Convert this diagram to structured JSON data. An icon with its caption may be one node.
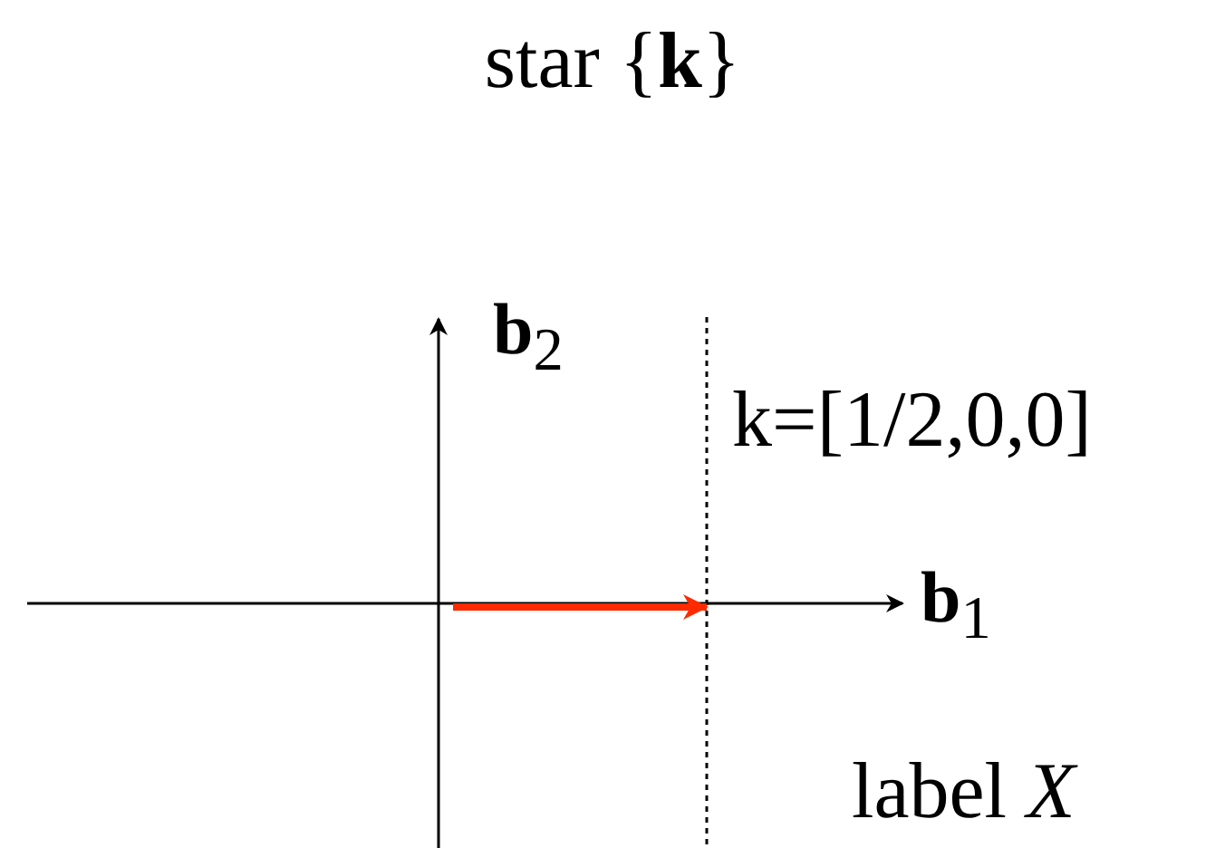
{
  "diagram": {
    "title": "star {**k**}",
    "labels": [
      "**b**$_{2}$",
      "k=[1/2,0,0]",
      "**b**$_{1}$",
      "label *X*"
    ]
  }
}
